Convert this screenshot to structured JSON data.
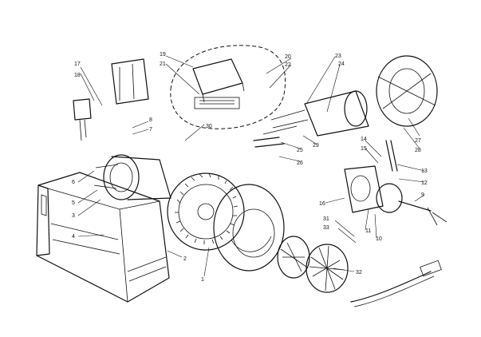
{
  "diagram": {
    "part_labels": [
      "1",
      "2",
      "3",
      "4",
      "5",
      "6",
      "7",
      "8",
      "9",
      "10",
      "11",
      "12",
      "13",
      "14",
      "15",
      "16",
      "17",
      "18",
      "19",
      "20",
      "21",
      "22",
      "23",
      "24",
      "25",
      "26",
      "27",
      "28",
      "29",
      "30",
      "31",
      "32",
      "33"
    ]
  }
}
